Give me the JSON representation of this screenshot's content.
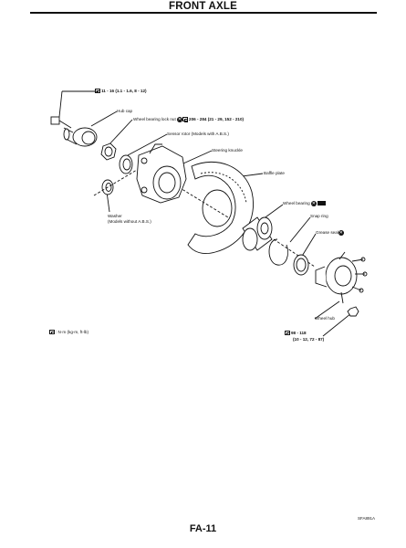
{
  "header": {
    "title": "FRONT AXLE"
  },
  "labels": {
    "torque_top": "11 - 16 (1.1 - 1.6, 8 - 12)",
    "hub_cap": "Hub cap",
    "lock_nut": "Wheel bearing lock nut",
    "lock_nut_torque": "206 - 284 (21 - 29, 152 - 210)",
    "sensor_rotor": "Sensor rotor (Models with A.B.S.)",
    "steering_knuckle": "Steering knuckle",
    "baffle_plate": "Baffle plate",
    "wheel_bearing": "Wheel bearing",
    "snap_ring": "Snap ring",
    "grease_seal": "Grease seal",
    "washer": "Washer",
    "washer_note": "(Models without A.B.S.)",
    "wheel_hub": "Wheel hub",
    "hub_torque": "98 - 118",
    "hub_torque_alt": "(10 - 12, 72 - 87)",
    "legend": ": N·m (kg-m, ft-lb)"
  },
  "footer": {
    "page_number": "FA-11",
    "reference_code": "SFA891A"
  }
}
